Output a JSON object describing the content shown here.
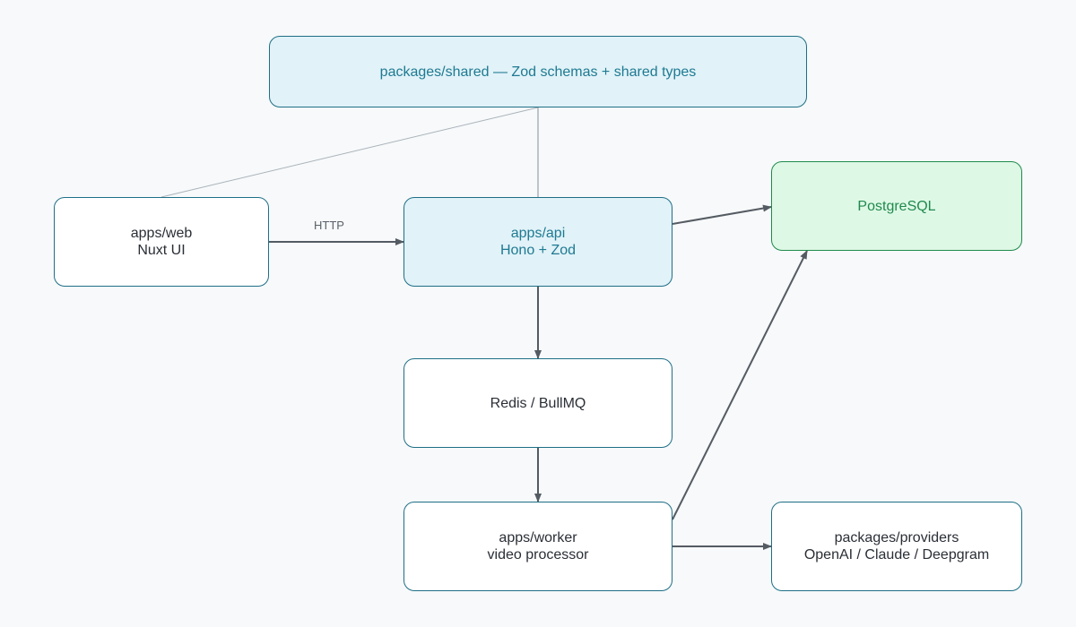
{
  "nodes": {
    "shared": {
      "line1": "packages/shared — Zod schemas + shared types"
    },
    "web": {
      "line1": "apps/web",
      "line2": "Nuxt UI"
    },
    "api": {
      "line1": "apps/api",
      "line2": "Hono + Zod"
    },
    "postgres": {
      "line1": "PostgreSQL"
    },
    "redis": {
      "line1": "Redis / BullMQ"
    },
    "worker": {
      "line1": "apps/worker",
      "line2": "video processor"
    },
    "providers": {
      "line1": "packages/providers",
      "line2": "OpenAI / Claude / Deepgram"
    }
  },
  "edges": {
    "web_to_api": {
      "label": "HTTP"
    }
  },
  "colors": {
    "node_border": "#1e6f86",
    "shared_fill": "#e1f2f8",
    "db_fill": "#def8e6",
    "db_border": "#1f8a4c",
    "arrow": "#555b63",
    "shared_link": "#aab3ba"
  }
}
